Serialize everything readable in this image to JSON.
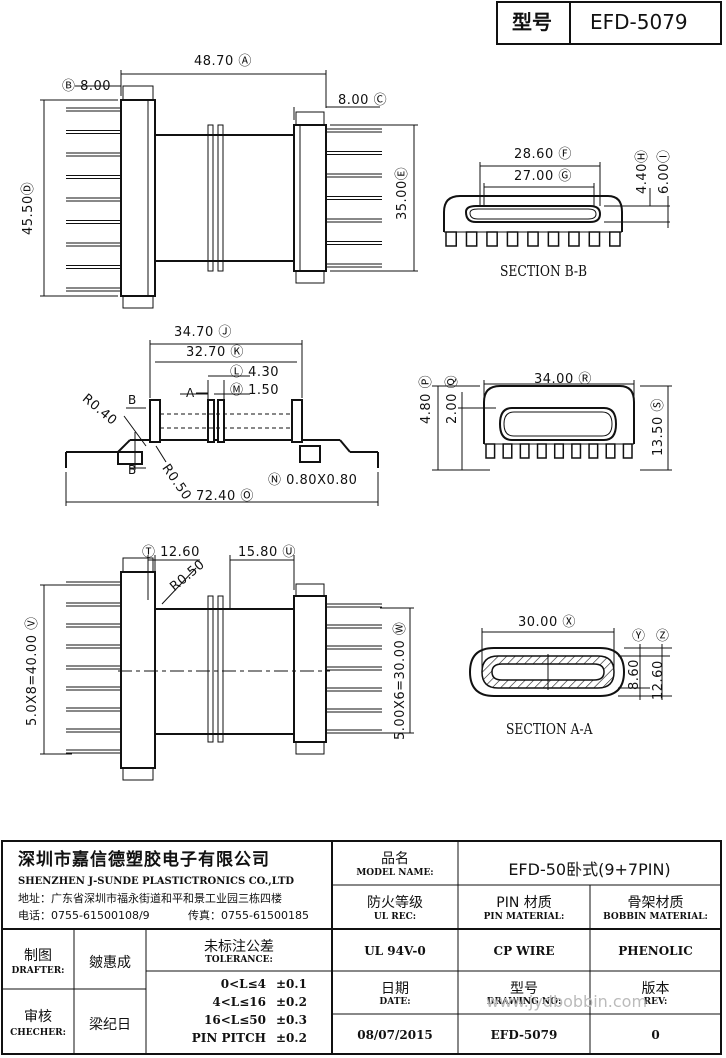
{
  "header": {
    "model_label": "型号",
    "model_value": "EFD-5079"
  },
  "dims": {
    "d_b": "Ⓑ 8.00",
    "d_a": "48.70 Ⓐ",
    "d_c": "8.00 Ⓒ",
    "d_d": "45.50Ⓓ",
    "d_e": "35.00Ⓔ",
    "d_f": "28.60 Ⓕ",
    "d_g": "27.00 Ⓖ",
    "d_h": "4.40Ⓗ",
    "d_i": "6.00Ⓘ",
    "d_j": "34.70 Ⓙ",
    "d_k": "32.70 Ⓚ",
    "d_l": "Ⓛ 4.30",
    "d_m": "Ⓜ 1.50",
    "d_r040": "R0.40",
    "d_r050": "R0.50",
    "d_n": "Ⓝ 0.80X0.80",
    "d_o": "72.40 Ⓞ",
    "d_p": "4.80 Ⓟ",
    "d_q": "2.00 Ⓠ",
    "d_r": "34.00 Ⓡ",
    "d_s": "13.50 Ⓢ",
    "d_t": "Ⓣ 12.60",
    "d_u": "15.80 Ⓤ",
    "d_r050b": "R0.50",
    "d_v": "5.0X8=40.00 Ⓥ",
    "d_w": "5.00X6=30.00 Ⓦ",
    "d_x": "30.00 Ⓧ",
    "d_y": "Ⓨ",
    "d_z": "Ⓩ",
    "d_860": "8.60",
    "d_1260": "12.60",
    "sec_a_a": "A",
    "sec_b_b": "B"
  },
  "sections": {
    "bb": "SECTION B-B",
    "aa": "SECTION A-A"
  },
  "company": {
    "name_cn": "深圳市嘉信德塑胶电子有限公司",
    "name_en": "SHENZHEN J-SUNDE PLASTICTRONICS CO.,LTD",
    "address": "地址：广东省深圳市福永街道和平和景工业园三栋四楼",
    "phone": "电话：0755-61500108/9",
    "fax": "传真：0755-61500185"
  },
  "title_block": {
    "model_name_cn": "品名",
    "model_name_en": "MODEL NAME:",
    "model_name_value": "EFD-50卧式(9+7PIN)",
    "ul_cn": "防火等级",
    "ul_en": "UL REC:",
    "ul_value": "UL 94V-0",
    "pin_cn": "PIN 材质",
    "pin_en": "PIN MATERIAL:",
    "pin_value": "CP WIRE",
    "bobbin_cn": "骨架材质",
    "bobbin_en": "BOBBIN MATERIAL:",
    "bobbin_value": "PHENOLIC",
    "drafter_cn": "制图",
    "drafter_en": "DRAFTER:",
    "drafter_value": "皴惠成",
    "checker_cn": "审核",
    "checker_en": "CHECHER:",
    "checker_value": "梁纪日",
    "tol_cn": "未标注公差",
    "tol_en": "TOLERANCE:",
    "tol_rows": [
      {
        "range": "0<L≤4",
        "value": "±0.1"
      },
      {
        "range": "4<L≤16",
        "value": "±0.2"
      },
      {
        "range": "16<L≤50",
        "value": "±0.3"
      },
      {
        "range": "PIN PITCH",
        "value": "±0.2"
      }
    ],
    "date_cn": "日期",
    "date_en": "DATE:",
    "date_value": "08/07/2015",
    "drawing_cn": "型号",
    "drawing_en": "DRAWING NO:",
    "drawing_value": "EFD-5079",
    "rev_cn": "版本",
    "rev_en": "REV:",
    "rev_value": "0",
    "watermark": "www.jydbobbin.com"
  }
}
